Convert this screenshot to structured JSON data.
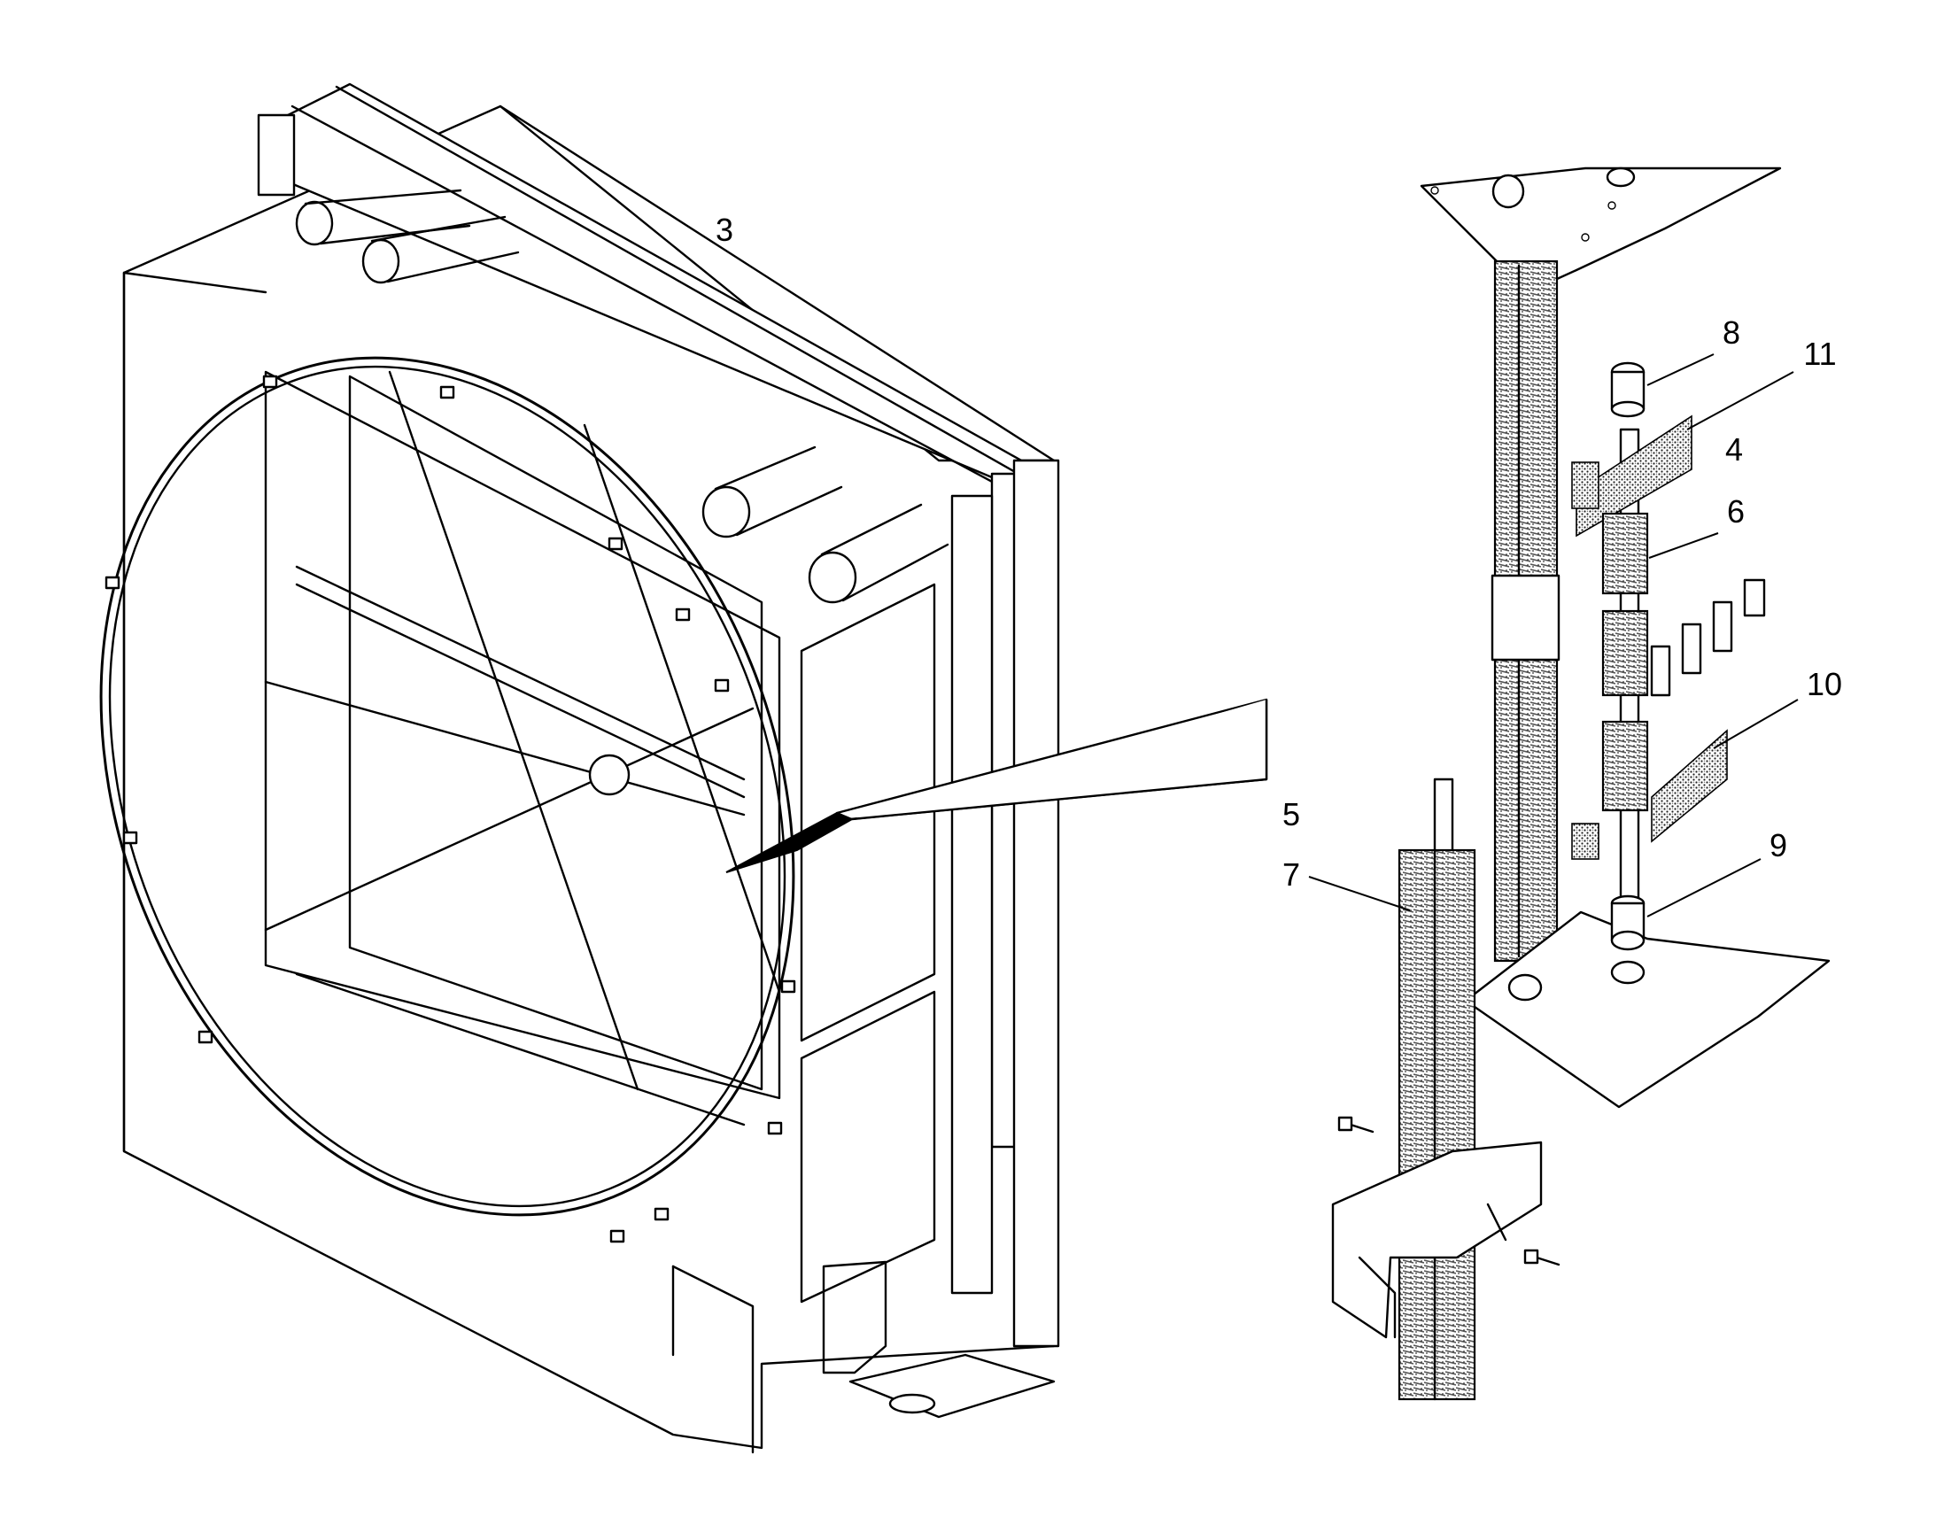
{
  "callouts": [
    {
      "id": "3",
      "label": "3"
    },
    {
      "id": "4",
      "label": "4"
    },
    {
      "id": "5",
      "label": "5"
    },
    {
      "id": "6",
      "label": "6"
    },
    {
      "id": "7",
      "label": "7"
    },
    {
      "id": "8",
      "label": "8"
    },
    {
      "id": "9",
      "label": "9"
    },
    {
      "id": "10",
      "label": "10"
    },
    {
      "id": "11",
      "label": "11"
    }
  ]
}
